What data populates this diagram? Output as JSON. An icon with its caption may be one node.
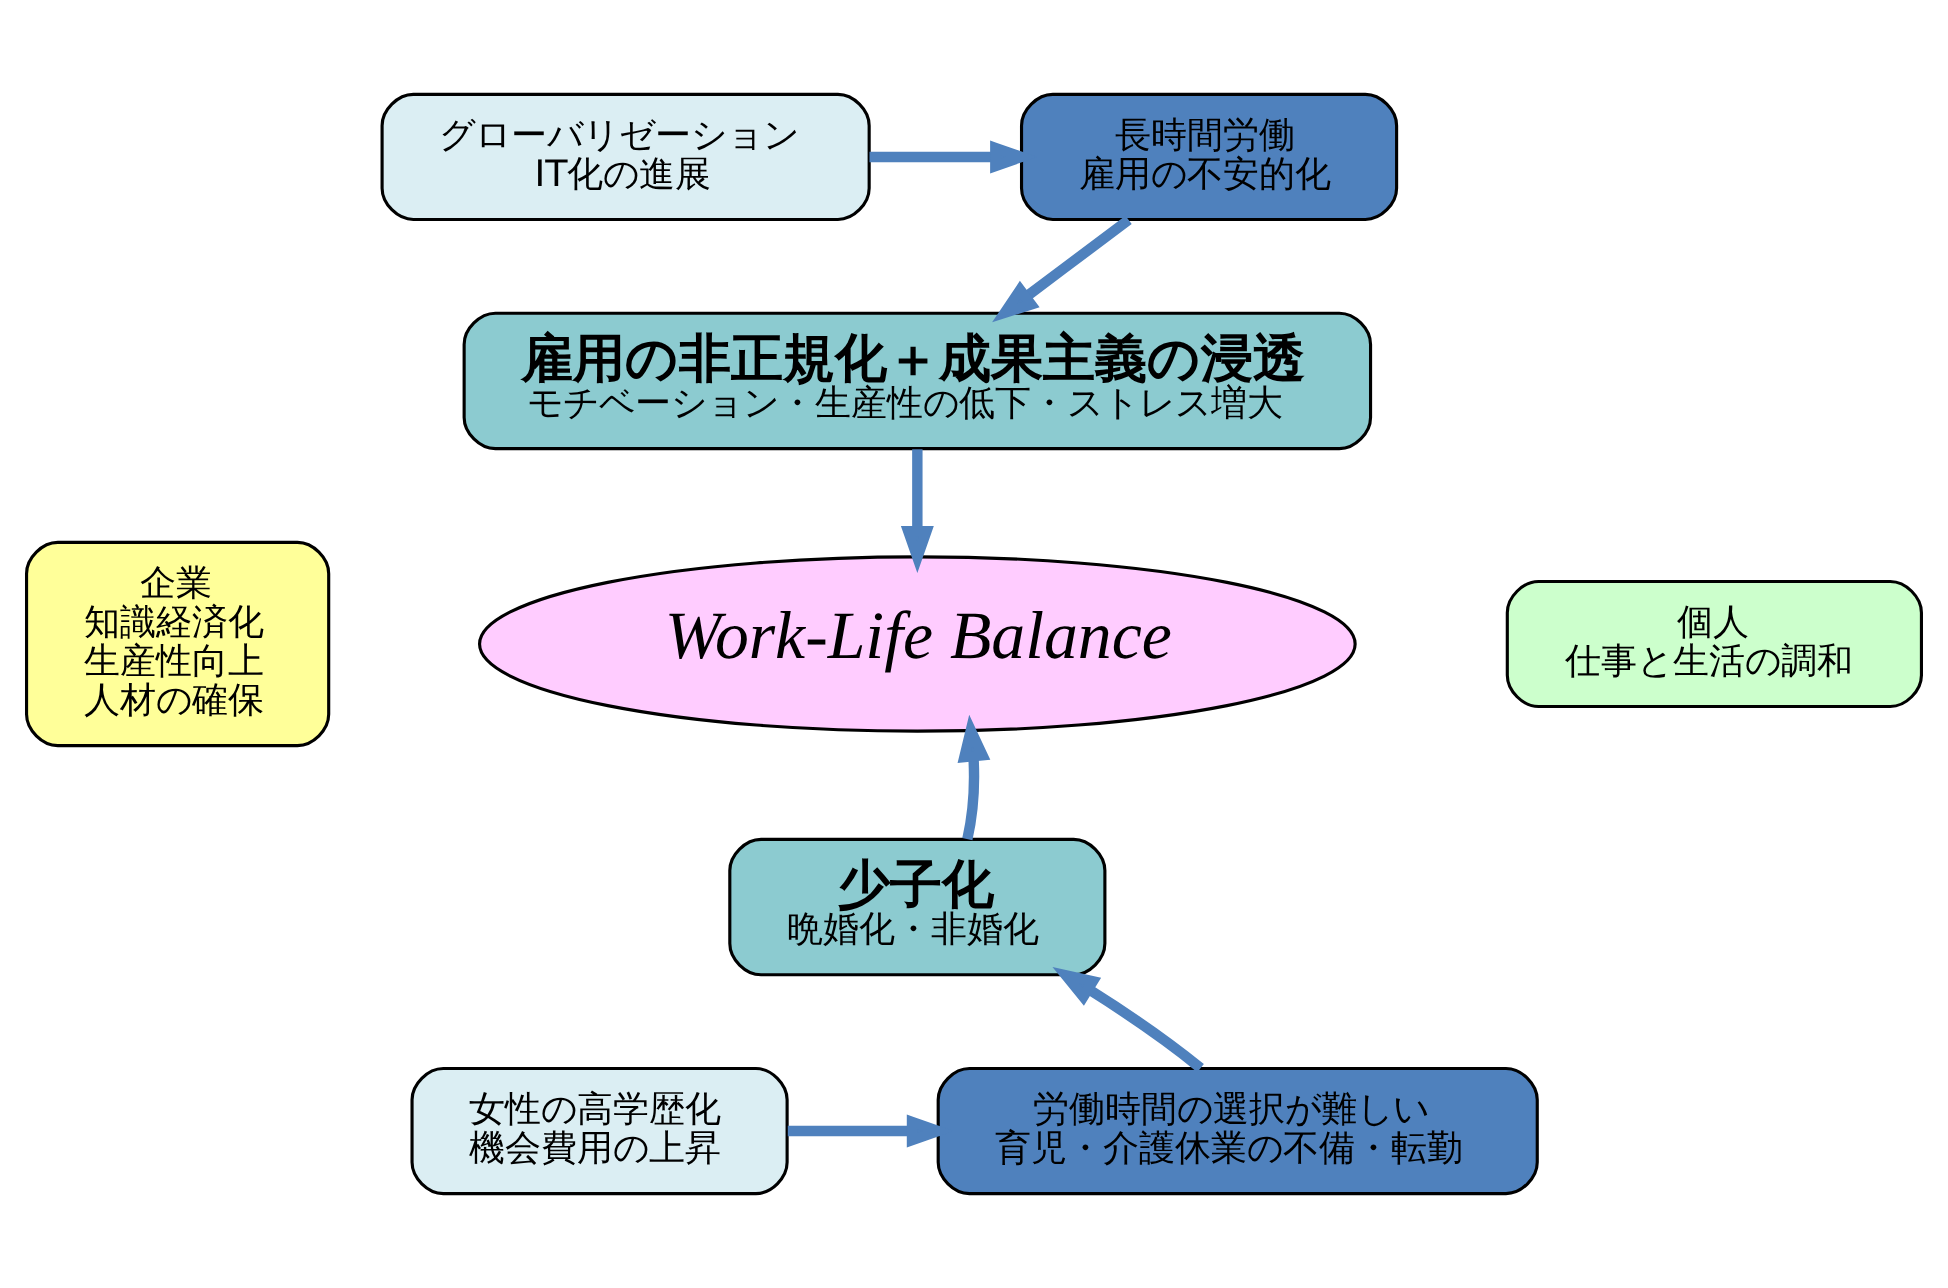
{
  "diagram": {
    "nodes": [
      {
        "text": [
          "グローバリゼーション",
          "IT化の進展"
        ]
      },
      {
        "text": [
          "長時間労働",
          "雇用の不安的化"
        ]
      },
      {
        "text": [
          "雇用の非正規化＋成果主義の浸透",
          "モチベーション・生産性の低下・ストレス増大"
        ]
      },
      {
        "text": [
          "企業",
          "知識経済化",
          "生産性向上",
          "人材の確保"
        ]
      },
      {
        "text": [
          "Work-Life Balance"
        ]
      },
      {
        "text": [
          "個人",
          "仕事と生活の調和"
        ]
      },
      {
        "text": [
          "少子化",
          "晩婚化・非婚化"
        ]
      },
      {
        "text": [
          "女性の高学歴化",
          "機会費用の上昇"
        ]
      },
      {
        "text": [
          "労働時間の選択が難しい",
          "育児・介護休業の不備・転勤"
        ]
      }
    ],
    "edges": [
      {
        "from": 0,
        "to": 1,
        "arrow": "to"
      },
      {
        "from": 1,
        "to": 2,
        "arrow": "to"
      },
      {
        "from": 2,
        "to": 4,
        "arrow": "to"
      },
      {
        "from": 6,
        "to": 4,
        "arrow": "to"
      },
      {
        "from": 7,
        "to": 8,
        "arrow": "to"
      },
      {
        "from": 8,
        "to": 6,
        "arrow": "to"
      }
    ]
  }
}
